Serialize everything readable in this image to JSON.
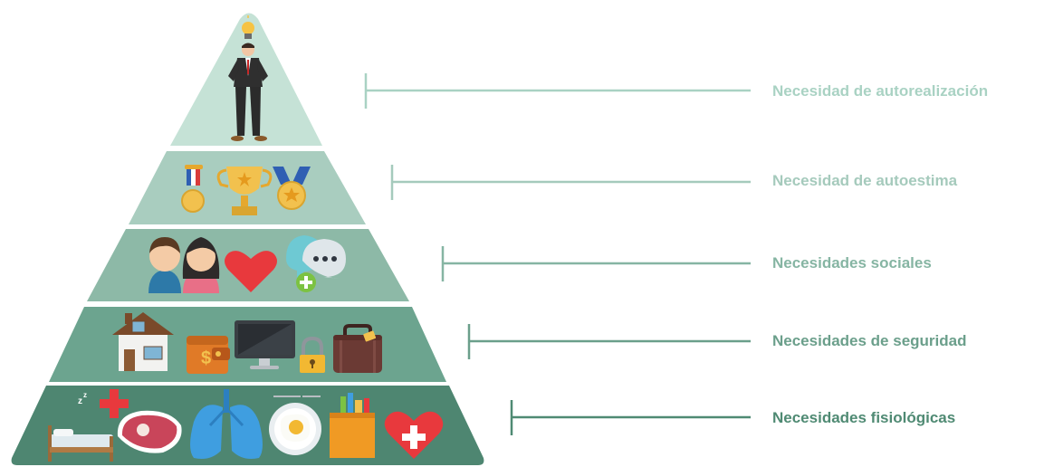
{
  "pyramid": {
    "levels": [
      {
        "id": "autorealizacion",
        "label": "Necesidad de autorealización",
        "fill": "#c5e2d6",
        "text_color": "#a9d2c3",
        "line_color": "#a9d2c3",
        "icons": [
          "lightbulb-icon",
          "businessman-icon"
        ]
      },
      {
        "id": "autoestima",
        "label": "Necesidad de autoestima",
        "fill": "#a9cdbf",
        "text_color": "#a5cabc",
        "line_color": "#a5cabc",
        "icons": [
          "medal-icon",
          "trophy-icon",
          "award-medal-icon"
        ]
      },
      {
        "id": "sociales",
        "label": "Necesidades sociales",
        "fill": "#8db9a7",
        "text_color": "#86b5a3",
        "line_color": "#86b5a3",
        "icons": [
          "boy-icon",
          "girl-icon",
          "heart-icon",
          "chat-bubbles-icon"
        ]
      },
      {
        "id": "seguridad",
        "label": "Necesidades de seguridad",
        "fill": "#6ca48f",
        "text_color": "#6b9f8b",
        "line_color": "#6b9f8b",
        "icons": [
          "house-icon",
          "wallet-icon",
          "computer-icon",
          "padlock-icon",
          "suitcase-icon"
        ]
      },
      {
        "id": "fisiologicas",
        "label": "Necesidades fisiológicas",
        "fill": "#4e8671",
        "text_color": "#4f8a73",
        "line_color": "#4f8a73",
        "icons": [
          "sleep-bed-icon",
          "first-aid-cross-icon",
          "steak-icon",
          "lungs-icon",
          "fried-egg-plate-icon",
          "grocery-bag-icon",
          "heart-health-icon"
        ]
      }
    ]
  }
}
